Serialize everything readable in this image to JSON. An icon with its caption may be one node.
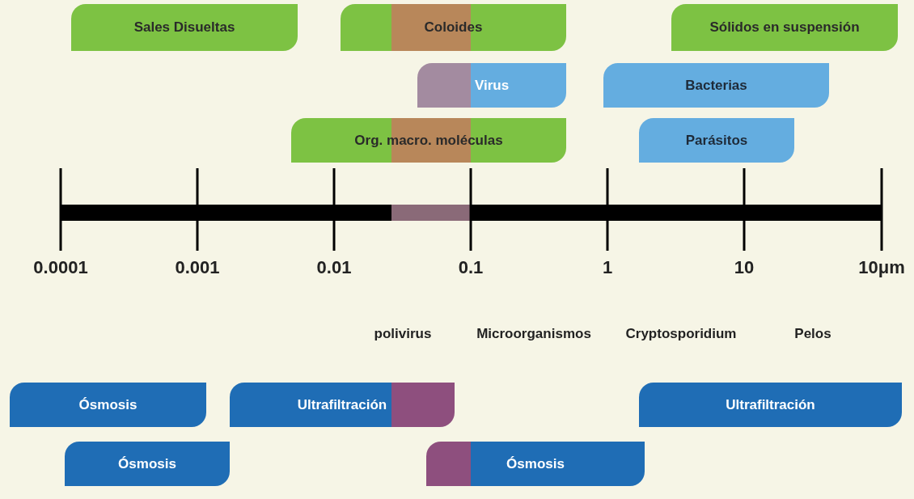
{
  "diagram": {
    "nodes": [
      {
        "text": [
          "Sales Disueltas"
        ]
      },
      {
        "text": [
          "Coloides"
        ]
      },
      {
        "text": [
          "Sólidos en suspensión"
        ]
      },
      {
        "text": [
          "Virus"
        ]
      },
      {
        "text": [
          "Bacterias"
        ]
      },
      {
        "text": [
          "Org. macro. moléculas"
        ]
      },
      {
        "text": [
          "Parásitos"
        ]
      },
      {
        "text": [
          "Ósmosis"
        ]
      },
      {
        "text": [
          "Ultrafiltración"
        ]
      },
      {
        "text": [
          "Ultrafiltración"
        ]
      },
      {
        "text": [
          "Ósmosis"
        ]
      },
      {
        "text": [
          "Ósmosis"
        ]
      }
    ],
    "edges": [],
    "labels": [
      "0.0001",
      "0.001",
      "0.01",
      "0.1",
      "1",
      "10",
      "10μm",
      "polivirus",
      "Microorganismos",
      "Cryptosporidium",
      "Pelos"
    ]
  }
}
